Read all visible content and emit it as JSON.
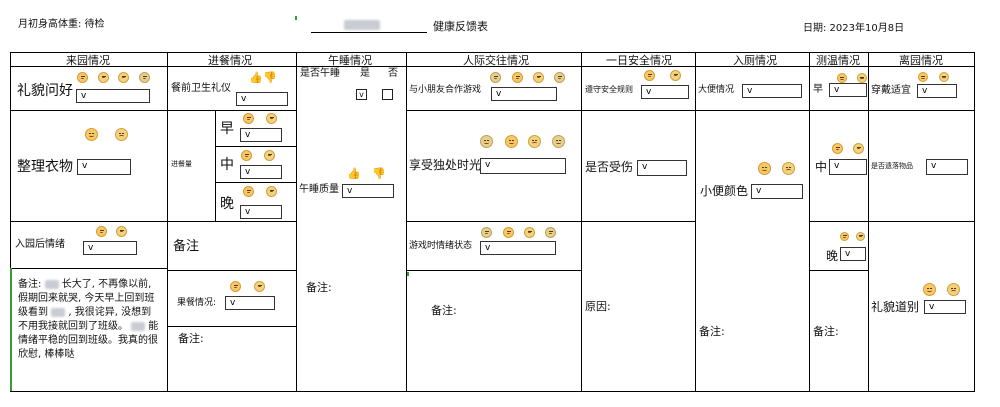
{
  "header": {
    "weight_label": "月初身高体重: 待检",
    "title_suffix": "健康反馈表",
    "date_label": "日期: 2023年10月8日"
  },
  "columns": [
    "来园情况",
    "进餐情况",
    "午睡情况",
    "人际交往情况",
    "一日安全情况",
    "入厕情况",
    "测温情况",
    "离园情况"
  ],
  "arrival": {
    "politeness": "礼貌问好",
    "tidy": "整理衣物",
    "mood": "入园后情绪",
    "note_prefix": "备注:",
    "note_body": "长大了, 不再像以前, 假期回来就哭, 今天早上回到班级看到",
    "note_body2": ", 我很诧异, 没想到不用我接就回到了班级。",
    "note_body3": "能情绪平稳的回到班级。我真的很欣慰, 棒棒哒"
  },
  "meal": {
    "hygiene": "餐前卫生礼仪",
    "amount": "进餐量",
    "breakfast": "早",
    "lunch": "中",
    "dinner": "晚",
    "note": "备注",
    "fruit": "果餐情况:",
    "note2": "备注:"
  },
  "nap": {
    "question": "是否午睡",
    "yes": "是",
    "no": "否",
    "quality": "午睡质量",
    "note": "备注:"
  },
  "social": {
    "cooperate": "与小朋友合作游戏",
    "alone": "享受独处时光",
    "game_mood": "游戏时情绪状态",
    "note": "备注:"
  },
  "safety": {
    "rules": "遵守安全规则",
    "injured": "是否受伤",
    "reason": "原因:"
  },
  "toilet": {
    "stool": "大便情况",
    "urine_color": "小便颜色",
    "note": "备注:"
  },
  "temp": {
    "morning": "早",
    "noon": "中",
    "evening": "晚",
    "note": "备注:"
  },
  "leave": {
    "dress": "穿戴适宜",
    "belongings": "是否遗落物品",
    "goodbye": "礼貌道别"
  },
  "select_value": "v"
}
